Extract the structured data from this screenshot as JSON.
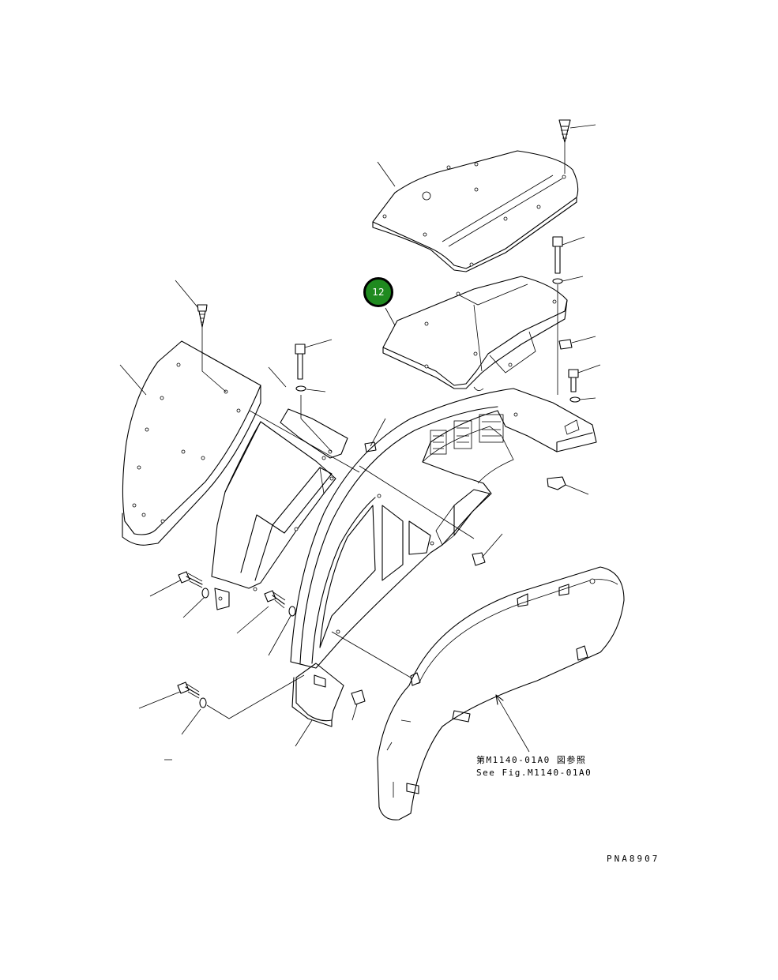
{
  "callout": {
    "number": "12",
    "color": "#1f8a1f"
  },
  "reference": {
    "ja": "第M1140-01A0 図参照",
    "en": "See Fig.M1140-01A0"
  },
  "figure_code": "PNA8907"
}
